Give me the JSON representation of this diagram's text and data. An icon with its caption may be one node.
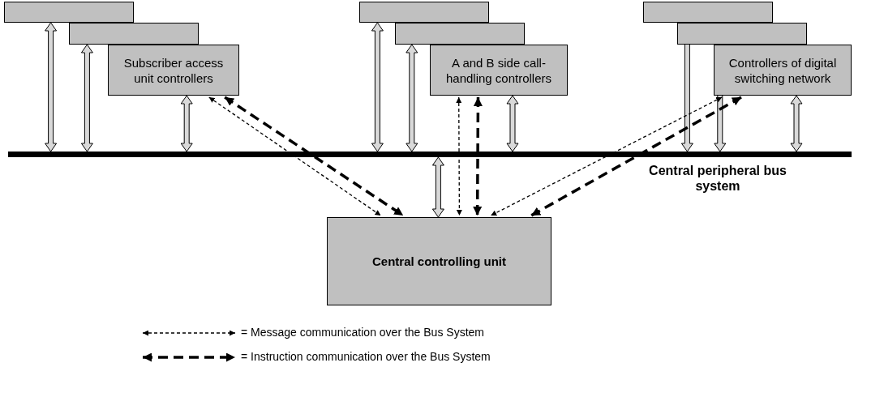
{
  "diagram": {
    "nodes": [
      {
        "text": [],
        "shape": "box"
      },
      {
        "text": [],
        "shape": "box"
      },
      {
        "text": [
          "Subscriber access unit controllers"
        ]
      },
      {
        "text": [],
        "shape": "box"
      },
      {
        "text": [],
        "shape": "box"
      },
      {
        "text": [
          "A and B side call-handling controllers"
        ]
      },
      {
        "text": [],
        "shape": "box"
      },
      {
        "text": [],
        "shape": "box"
      },
      {
        "text": [
          "Controllers of digital switching network"
        ]
      },
      {
        "text": [],
        "shape": "bar",
        "beside": [
          "Central peripheral bus system"
        ]
      },
      {
        "text": [
          "Central controlling unit"
        ]
      }
    ],
    "edges": [
      {
        "from": 0,
        "to": 9,
        "arrow": "both"
      },
      {
        "from": 1,
        "to": 9,
        "arrow": "both"
      },
      {
        "from": 2,
        "to": 9,
        "arrow": "both"
      },
      {
        "from": 3,
        "to": 9,
        "arrow": "both"
      },
      {
        "from": 4,
        "to": 9,
        "arrow": "both"
      },
      {
        "from": 5,
        "to": 9,
        "arrow": "both"
      },
      {
        "from": 6,
        "to": 9,
        "arrow": "both"
      },
      {
        "from": 7,
        "to": 9,
        "arrow": "both"
      },
      {
        "from": 8,
        "to": 9,
        "arrow": "both"
      },
      {
        "from": 9,
        "to": 10,
        "arrow": "both"
      },
      {
        "from": 2,
        "to": 10,
        "arrow": "both",
        "style": "dashed"
      },
      {
        "from": 2,
        "to": 10,
        "arrow": "both",
        "style": "dashed"
      },
      {
        "from": 5,
        "to": 10,
        "arrow": "both",
        "style": "dashed"
      },
      {
        "from": 5,
        "to": 10,
        "arrow": "both",
        "style": "dashed"
      },
      {
        "from": 8,
        "to": 10,
        "arrow": "both",
        "style": "dashed"
      },
      {
        "from": 8,
        "to": 10,
        "arrow": "both",
        "style": "dashed"
      }
    ],
    "legend": [
      {
        "text": "= Message communication over the Bus System"
      },
      {
        "text": "= Instruction communication over the Bus System"
      }
    ]
  }
}
